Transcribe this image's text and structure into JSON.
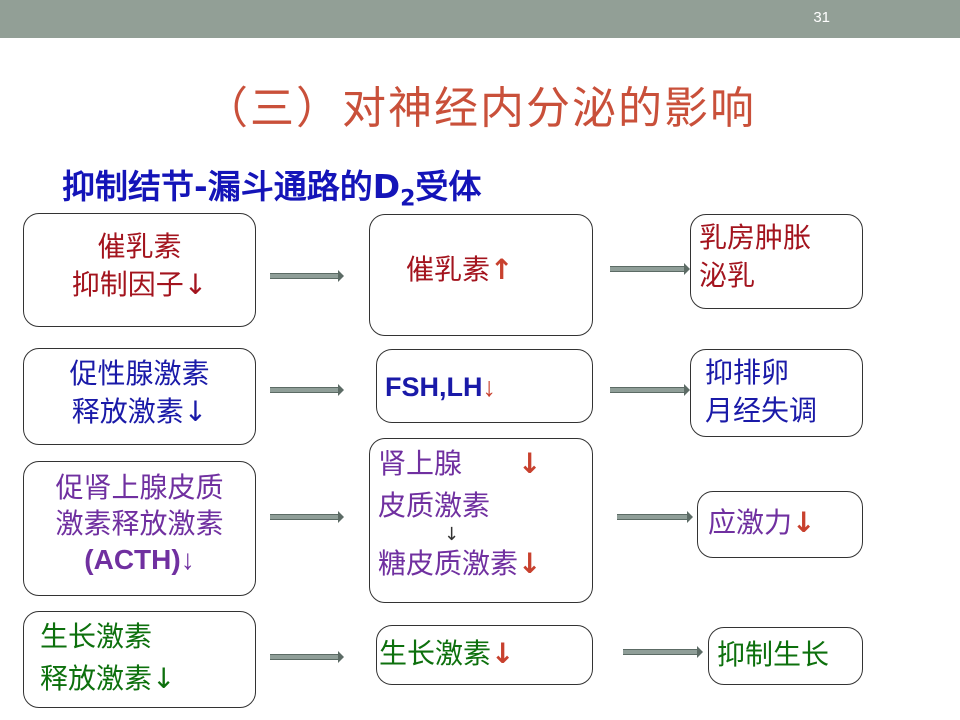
{
  "slide": {
    "page_number": "31",
    "title": "（三）对神经内分泌的影响",
    "subtitle_pre": "抑制结节-漏斗通路的D",
    "subtitle_sub": "2",
    "subtitle_post": "受体"
  },
  "rows": [
    {
      "left": [
        "催乳素",
        "抑制因子↓"
      ],
      "middle": [
        "催乳素"
      ],
      "middle_arrow": "↑",
      "right": [
        "乳房肿胀",
        "泌乳"
      ]
    },
    {
      "left": [
        "促性腺激素",
        "释放激素↓"
      ],
      "middle": [
        "FSH,LH"
      ],
      "middle_arrow": "↓",
      "right": [
        "抑排卵",
        "月经失调"
      ]
    },
    {
      "left": [
        "促肾上腺皮质",
        "激素释放激素",
        "(ACTH)↓"
      ],
      "middle": [
        "肾上腺",
        "皮质激素",
        "↓",
        "糖皮质激素"
      ],
      "middle_arrow": "↓",
      "right": [
        "应激力"
      ],
      "right_arrow": "↓"
    },
    {
      "left": [
        "生长激素",
        "释放激素↓"
      ],
      "middle": [
        "生长激素"
      ],
      "middle_arrow": "↓",
      "right": [
        "抑制生长"
      ]
    }
  ],
  "colors": {
    "red": "#a3141e",
    "blue": "#1a1aa8",
    "purple": "#7030a0",
    "green": "#0d700d",
    "arrow": "#c8412e"
  }
}
